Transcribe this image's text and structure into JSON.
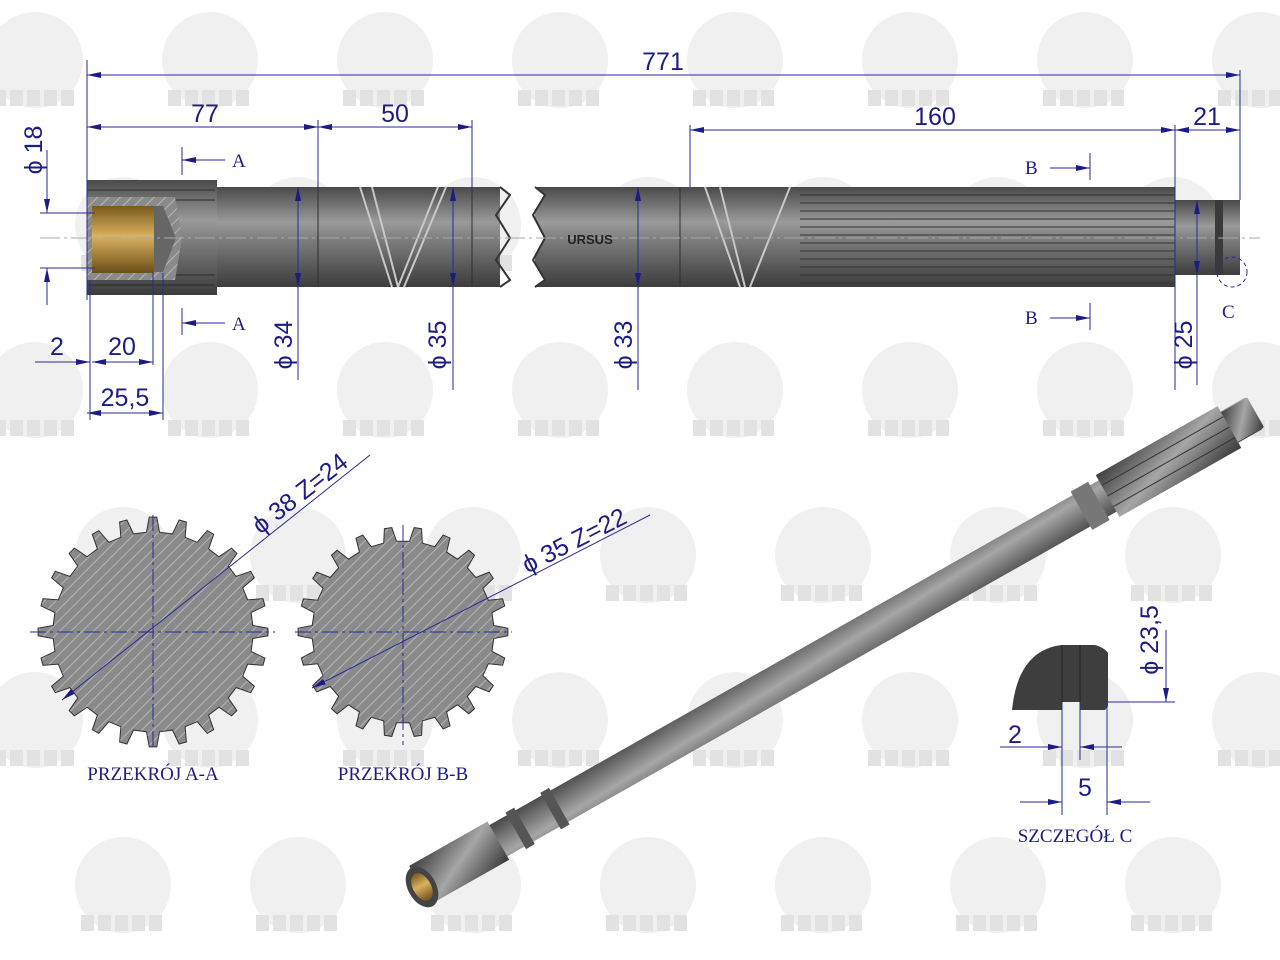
{
  "watermark": {
    "text": "URSUS"
  },
  "shaft_logo": "URSUS",
  "dimensions": {
    "overall_length": "771",
    "len_77": "77",
    "len_50": "50",
    "len_160": "160",
    "len_21": "21",
    "dia_18": "ϕ 18",
    "dia_34": "ϕ 34",
    "dia_35": "ϕ 35",
    "dia_33": "ϕ 33",
    "dia_25": "ϕ 25",
    "len_2": "2",
    "len_20": "20",
    "len_25_5": "25,5"
  },
  "section_marks": {
    "a": "A",
    "b": "B",
    "c": "C"
  },
  "sections": [
    {
      "label": "PRZEKRÓJ A-A",
      "spec": "ϕ 38  Z=24",
      "teeth": 24
    },
    {
      "label": "PRZEKRÓJ B-B",
      "spec": "ϕ 35  Z=22",
      "teeth": 22
    }
  ],
  "detail_c": {
    "label": "SZCZEGÓŁ C",
    "dia": "ϕ 23,5",
    "len_2": "2",
    "len_5": "5"
  },
  "colors": {
    "dimension": "#1c1c86",
    "steel": "#6e6e6e",
    "bronze": "#b08a3a"
  }
}
